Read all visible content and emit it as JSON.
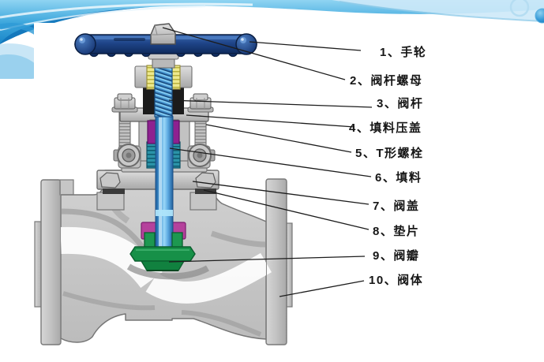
{
  "slide": {
    "background_color": "#ffffff"
  },
  "decoration": {
    "top_wave": {
      "main_blue": "#3fa8dd",
      "dark_blue": "#1173b8",
      "light_blue": "#cde9f8",
      "streak_white": "#ffffff",
      "bubble_fill": "#2e94d4",
      "bubble_ring": "#b5ddf2"
    }
  },
  "diagram": {
    "type": "globe-valve-cutaway",
    "labels": [
      {
        "text": "1、手轮"
      },
      {
        "text": "2、阀杆螺母"
      },
      {
        "text": "3、阀杆"
      },
      {
        "text": "4、填料压盖"
      },
      {
        "text": "5、T形螺栓"
      },
      {
        "text": "6、填料"
      },
      {
        "text": "7、阀盖"
      },
      {
        "text": "8、垫片"
      },
      {
        "text": "9、阀瓣"
      },
      {
        "text": "10、阀体"
      }
    ],
    "part_colors": {
      "handwheel": "#1e4488",
      "stem": "#4aa0dc",
      "stem_nut_housing": "#ede98e",
      "packing": "#8e2190",
      "lantern_rings": "#2b93a8",
      "disc": "#1d9850",
      "disc_nut": "#b5429c",
      "body_metal": "#c6c6c6",
      "label_text": "#161616"
    }
  }
}
